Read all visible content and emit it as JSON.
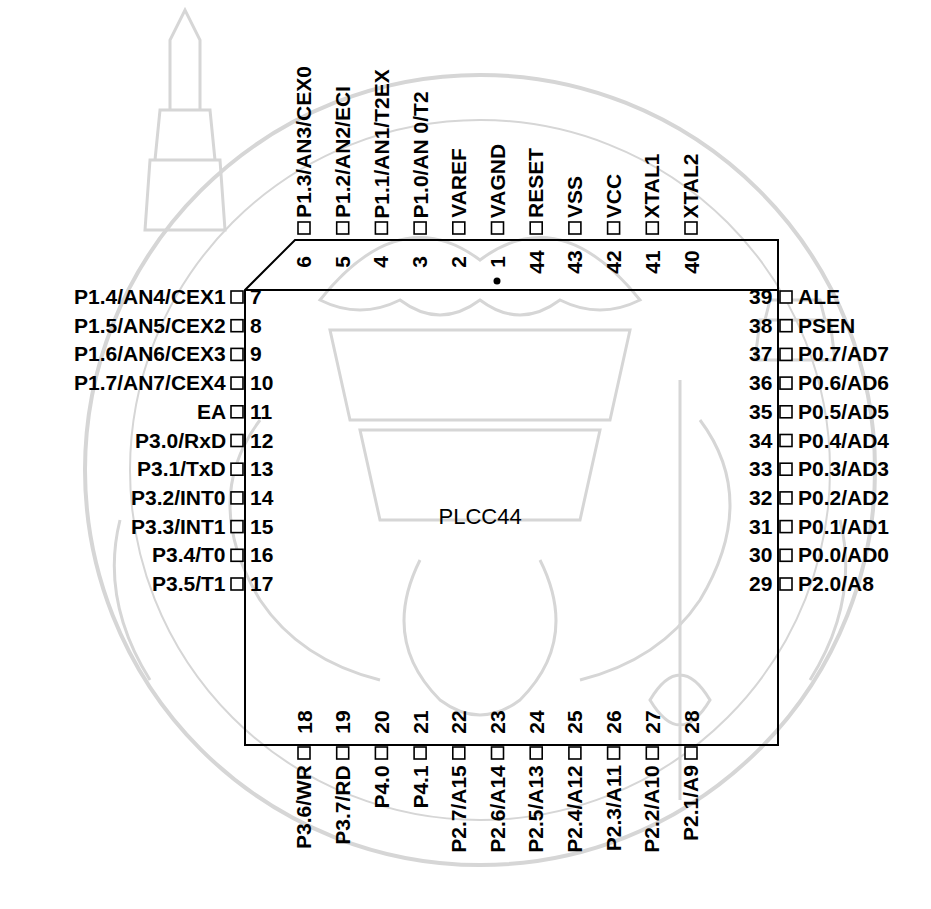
{
  "diagram": {
    "nodes": [
      {
        "text": [
          "PLCC44"
        ]
      }
    ],
    "labels": [
      "P1.3/AN3/CEX0",
      "6",
      "P1.2/AN2/ECI",
      "5",
      "P1.1/AN1/T2EX",
      "4",
      "P1.0/AN 0/T2",
      "3",
      "VAREF",
      "2",
      "VAGND",
      "1",
      "RESET",
      "44",
      "VSS",
      "43",
      "VCC",
      "42",
      "XTAL1",
      "41",
      "XTAL2",
      "40",
      "P1.4/AN4/CEX1",
      "7",
      "P1.5/AN5/CEX2",
      "8",
      "P1.6/AN6/CEX3",
      "9",
      "P1.7/AN7/CEX4",
      "10",
      "EA",
      "11",
      "P3.0/RxD",
      "12",
      "P3.1/TxD",
      "13",
      "P3.2/INT0",
      "14",
      "P3.3/INT1",
      "15",
      "P3.4/T0",
      "16",
      "P3.5/T1",
      "17",
      "ALE",
      "39",
      "PSEN",
      "38",
      "P0.7/AD7",
      "37",
      "P0.6/AD6",
      "36",
      "P0.5/AD5",
      "35",
      "P0.4/AD4",
      "34",
      "P0.3/AD3",
      "33",
      "P0.2/AD2",
      "32",
      "P0.1/AD1",
      "31",
      "P0.0/AD0",
      "30",
      "P2.0/A8",
      "29",
      "P3.6/WR",
      "18",
      "P3.7/RD",
      "19",
      "P4.0",
      "20",
      "P4.1",
      "21",
      "P2.7/A15",
      "22",
      "P2.6/A14",
      "23",
      "P2.5/A13",
      "24",
      "P2.4/A12",
      "25",
      "P2.3/A11",
      "26",
      "P2.2/A10",
      "27",
      "P2.1/A9",
      "28"
    ]
  }
}
